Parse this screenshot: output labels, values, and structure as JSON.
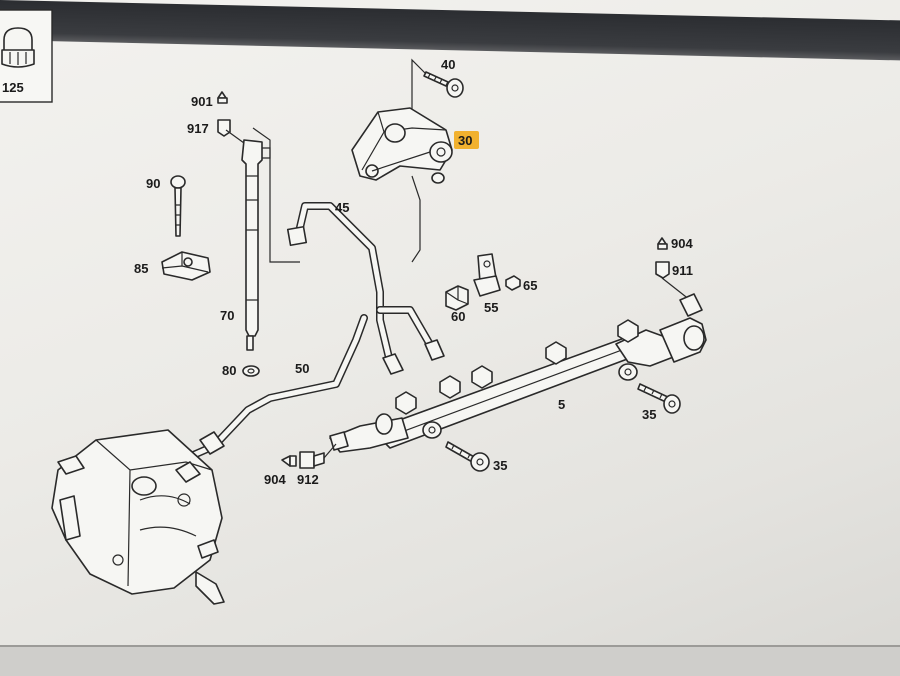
{
  "thumbnail": {
    "label": "125",
    "icon": "cap-nut-icon"
  },
  "labels": {
    "p901": "901",
    "p917": "917",
    "p90": "90",
    "p85": "85",
    "p70": "70",
    "p80": "80",
    "p50": "50",
    "p45": "45",
    "p40": "40",
    "p30": "30",
    "p60": "60",
    "p55": "55",
    "p65": "65",
    "p904a": "904",
    "p911": "911",
    "p5": "5",
    "p35a": "35",
    "p35b": "35",
    "p904b": "904",
    "p912": "912"
  },
  "colors": {
    "highlight": "#f1b12f",
    "line": "#2a2a2a",
    "paper": "#f0efec"
  }
}
